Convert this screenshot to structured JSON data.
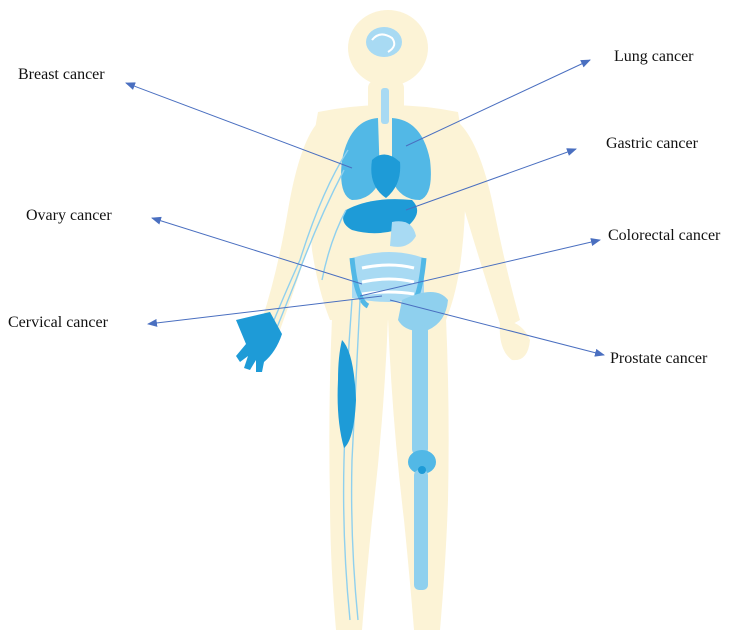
{
  "labels": {
    "breast": "Breast cancer",
    "lung": "Lung cancer",
    "gastric": "Gastric cancer",
    "ovary": "Ovary cancer",
    "colorectal": "Colorectal cancer",
    "cervical": "Cervical cancer",
    "prostate": "Prostate cancer"
  },
  "colors": {
    "body_skin": "#FCF3D6",
    "organ_light": "#A8DAF3",
    "organ_mid": "#52B8E6",
    "organ_dark": "#1E9BD7",
    "nerve": "#8FD0EE",
    "arrow": "#4A6FC0",
    "text": "#111111"
  },
  "icons": [
    "human-body-figure",
    "brain",
    "lungs",
    "heart",
    "liver",
    "stomach",
    "colon",
    "muscle",
    "skeleton-leg",
    "hand"
  ]
}
